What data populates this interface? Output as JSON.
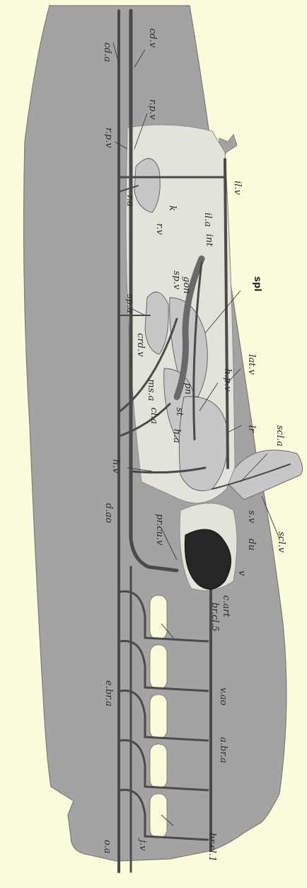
{
  "figure": {
    "background_color": "#fcfbdc",
    "body_color": "#a3a3a3",
    "organ_color": "#c7c7c7",
    "cavity_color": "#e3e3da",
    "vessel_color": "#4a4a4a",
    "heart_color": "#262626"
  },
  "labels": [
    {
      "id": "cd-a",
      "text": "cd.a"
    },
    {
      "id": "cd-v",
      "text": "cd.v"
    },
    {
      "id": "r-p-v-top",
      "text": "r.p.v"
    },
    {
      "id": "r-p-v-left",
      "text": "r.p.v"
    },
    {
      "id": "r-a",
      "text": "r.a"
    },
    {
      "id": "k",
      "text": "k"
    },
    {
      "id": "r-v",
      "text": "r.v"
    },
    {
      "id": "il-a",
      "text": "il.a"
    },
    {
      "id": "il-v",
      "text": "il.v"
    },
    {
      "id": "sp-v",
      "text": "sp.v"
    },
    {
      "id": "gon",
      "text": "gon"
    },
    {
      "id": "int",
      "text": "int"
    },
    {
      "id": "sp-a",
      "text": "sp.a"
    },
    {
      "id": "crd-v",
      "text": "crd.v"
    },
    {
      "id": "spl",
      "text": "spl"
    },
    {
      "id": "lat-v",
      "text": "lat.v"
    },
    {
      "id": "h-p-v",
      "text": "h.p.v"
    },
    {
      "id": "ms-a",
      "text": "ms.a"
    },
    {
      "id": "pn",
      "text": "pn"
    },
    {
      "id": "st",
      "text": "st"
    },
    {
      "id": "cl-a",
      "text": "cl.a"
    },
    {
      "id": "h-a",
      "text": "h.a"
    },
    {
      "id": "lr",
      "text": "lr"
    },
    {
      "id": "scl-a",
      "text": "scl.a"
    },
    {
      "id": "h-v",
      "text": "h.v"
    },
    {
      "id": "scl-v",
      "text": "scl.v"
    },
    {
      "id": "s-v",
      "text": "s.v"
    },
    {
      "id": "d-ao",
      "text": "d.ao"
    },
    {
      "id": "du",
      "text": "du"
    },
    {
      "id": "pr-cu-v",
      "text": "pr.cu.v"
    },
    {
      "id": "v",
      "text": "v"
    },
    {
      "id": "c-art",
      "text": "c.art"
    },
    {
      "id": "br-cl-5",
      "text": "br.cl.5"
    },
    {
      "id": "v-ao",
      "text": "v.ao"
    },
    {
      "id": "e-br-a",
      "text": "e.br.a"
    },
    {
      "id": "a-br-a",
      "text": "a.br.a"
    },
    {
      "id": "o-a",
      "text": "o.a"
    },
    {
      "id": "j-v",
      "text": "j.v"
    },
    {
      "id": "br-cl-1",
      "text": "br.cl.1"
    }
  ]
}
